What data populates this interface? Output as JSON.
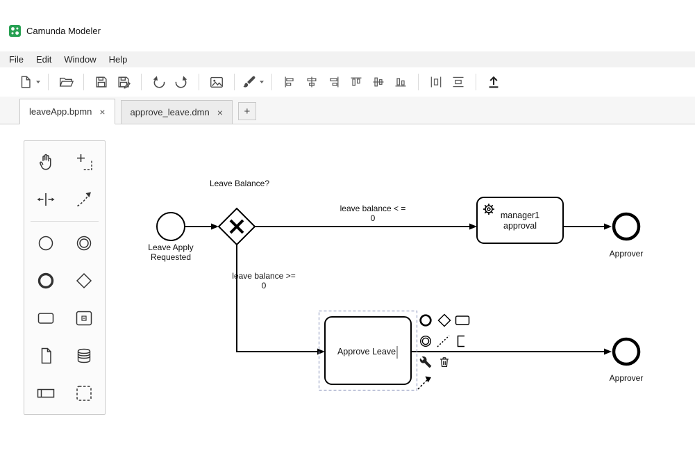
{
  "window": {
    "title": "Camunda Modeler"
  },
  "menu": {
    "items": [
      "File",
      "Edit",
      "Window",
      "Help"
    ]
  },
  "toolbar": {
    "buttons": [
      "new-diagram",
      "open-diagram",
      "save-diagram",
      "save-diagram-as",
      "undo",
      "redo",
      "export-image",
      "format-painter",
      "align-left",
      "align-center",
      "align-right",
      "align-top",
      "align-middle",
      "align-bottom",
      "distribute-horizontally",
      "distribute-vertically",
      "deploy"
    ]
  },
  "tabs": {
    "items": [
      {
        "label": "leaveApp.bpmn",
        "close_label": "×",
        "active": true
      },
      {
        "label": "approve_leave.dmn",
        "close_label": "×",
        "active": false
      }
    ],
    "new_tab_label": "+"
  },
  "palette": {
    "tools": [
      "hand-tool",
      "lasso-tool",
      "space-tool",
      "global-connect-tool",
      "create-start-event",
      "create-intermediate-event",
      "create-end-event",
      "create-gateway",
      "create-task",
      "create-expanded-subprocess",
      "create-data-object",
      "create-data-store",
      "create-participant",
      "create-group"
    ]
  },
  "diagram": {
    "start_event": {
      "line1": "Leave Apply",
      "line2": "Requested"
    },
    "gateway": {
      "label": "Leave Balance?"
    },
    "flow_manager": {
      "line1": "leave balance < =",
      "line2": "0"
    },
    "flow_approve": {
      "line1": "leave balance >=",
      "line2": "0"
    },
    "service_task": {
      "line1": "manager1",
      "line2": "approval"
    },
    "user_task": {
      "label": "Approve Leave"
    },
    "end_event_top": {
      "label": "Approver"
    },
    "end_event_bottom": {
      "label": "Approver"
    }
  },
  "context_pad": {
    "actions": [
      "append-end-event",
      "append-gateway",
      "append-task",
      "append-intermediate-event",
      "connect-association",
      "append-text-annotation",
      "change-element-type",
      "delete-element",
      "connect-sequence-flow"
    ]
  },
  "colors": {
    "logo_green": "#27a052",
    "selection": "#9aa2c4",
    "stroke": "#000000"
  }
}
